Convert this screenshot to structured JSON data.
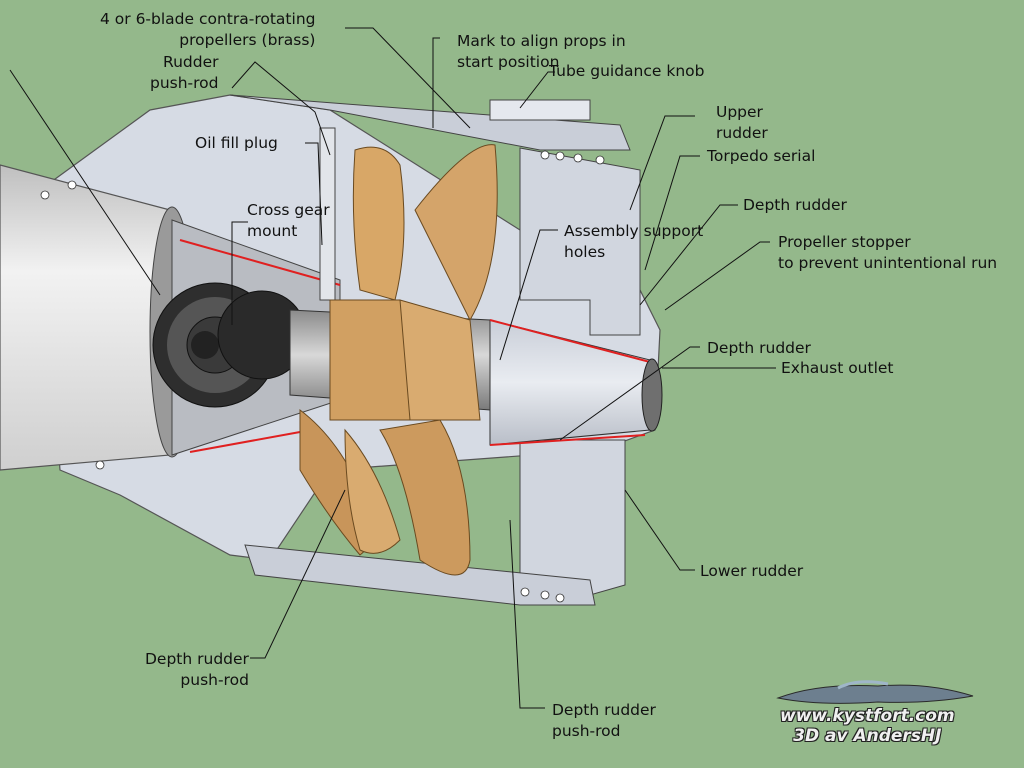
{
  "colors": {
    "background": "#94b88b",
    "tube": "#e4e4e4",
    "shroud": "#d3d8e3",
    "propeller": "#d4a46a",
    "cutaway_edge": "#e02020",
    "gear": "#3a3a3a"
  },
  "labels": {
    "propellers": [
      "4 or 6-blade contra-rotating",
      "propellers (brass)"
    ],
    "mark_align": [
      "Mark to align props in",
      "start position"
    ],
    "rudder_pushrod": [
      "Rudder",
      "push-rod"
    ],
    "tube_guidance": "Tube guidance knob",
    "upper_rudder": [
      "Upper",
      "rudder"
    ],
    "torpedo_serial": "Torpedo serial",
    "oil_fill": "Oil fill plug",
    "depth_rudder_top": "Depth rudder",
    "cross_gear": [
      "Cross gear",
      "mount"
    ],
    "assembly_support": [
      "Assembly support",
      "holes"
    ],
    "propeller_stopper": [
      "Propeller stopper",
      "to prevent unintentional run"
    ],
    "depth_rudder_mid": "Depth rudder",
    "exhaust": "Exhaust outlet",
    "lower_rudder": "Lower rudder",
    "depth_pushrod_left": [
      "Depth rudder",
      "push-rod"
    ],
    "depth_pushrod_bottom": [
      "Depth rudder",
      "push-rod"
    ]
  },
  "watermark": {
    "url": "www.kystfort.com",
    "author": "3D av AndersHJ"
  }
}
